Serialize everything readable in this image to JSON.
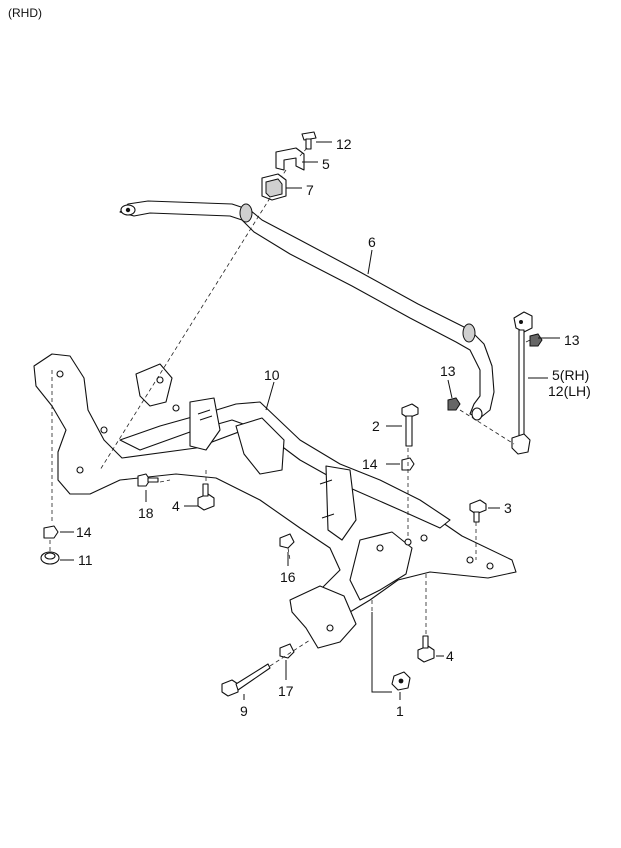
{
  "corner_note": "(RHD)",
  "callouts": {
    "c1": "1",
    "c2": "2",
    "c3": "3",
    "c4a": "4",
    "c4b": "4",
    "c5": "5",
    "c5rh": "5(RH)",
    "c6": "6",
    "c7": "7",
    "c9": "9",
    "c10": "10",
    "c11": "11",
    "c12": "12",
    "c12lh": "12(LH)",
    "c13a": "13",
    "c13b": "13",
    "c14a": "14",
    "c14b": "14",
    "c16": "16",
    "c17": "17",
    "c18": "18"
  },
  "icons": {
    "crossmember": "front-crossmember-part",
    "stabilizer": "stabilizer-bar-part",
    "link": "stabilizer-link-part"
  }
}
